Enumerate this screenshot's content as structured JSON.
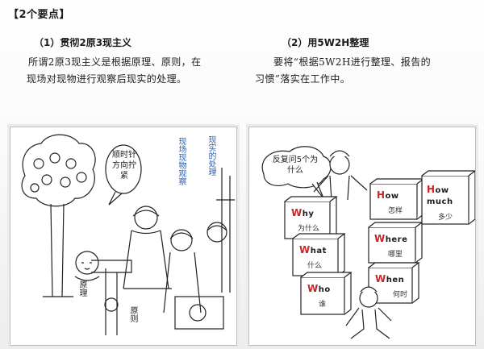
{
  "header": {
    "title": "【2个要点】"
  },
  "sections": [
    {
      "heading": "（1）贯彻2原3现主义",
      "body_line1": "所谓2原3现主义是根据原理、原则，在",
      "body_line2": "现场对现物进行观察后现实的处理。"
    },
    {
      "heading": "（2）用5W2H整理",
      "body_line1": "要将“根据5W2H进行整理、报告的",
      "body_line2": "习惯”落实在工作中。"
    }
  ],
  "left_illustration": {
    "tree_label": "原理",
    "speech_bubble": "顺时针方向拧紧",
    "pipe_label": "原则",
    "onsite_label": "现场现物观察",
    "real_label": "现实的处理"
  },
  "right_illustration": {
    "speech_bubble": "反复问5个为什么",
    "boxes": [
      {
        "word": "Why",
        "caption": "为什么"
      },
      {
        "word": "What",
        "caption": "什么"
      },
      {
        "word": "Who",
        "caption": "谁"
      },
      {
        "word": "How",
        "caption": "怎样"
      },
      {
        "word": "Where",
        "caption": "哪里"
      },
      {
        "word": "When",
        "caption": "何时"
      },
      {
        "word": "How much",
        "caption": "多少"
      }
    ]
  }
}
